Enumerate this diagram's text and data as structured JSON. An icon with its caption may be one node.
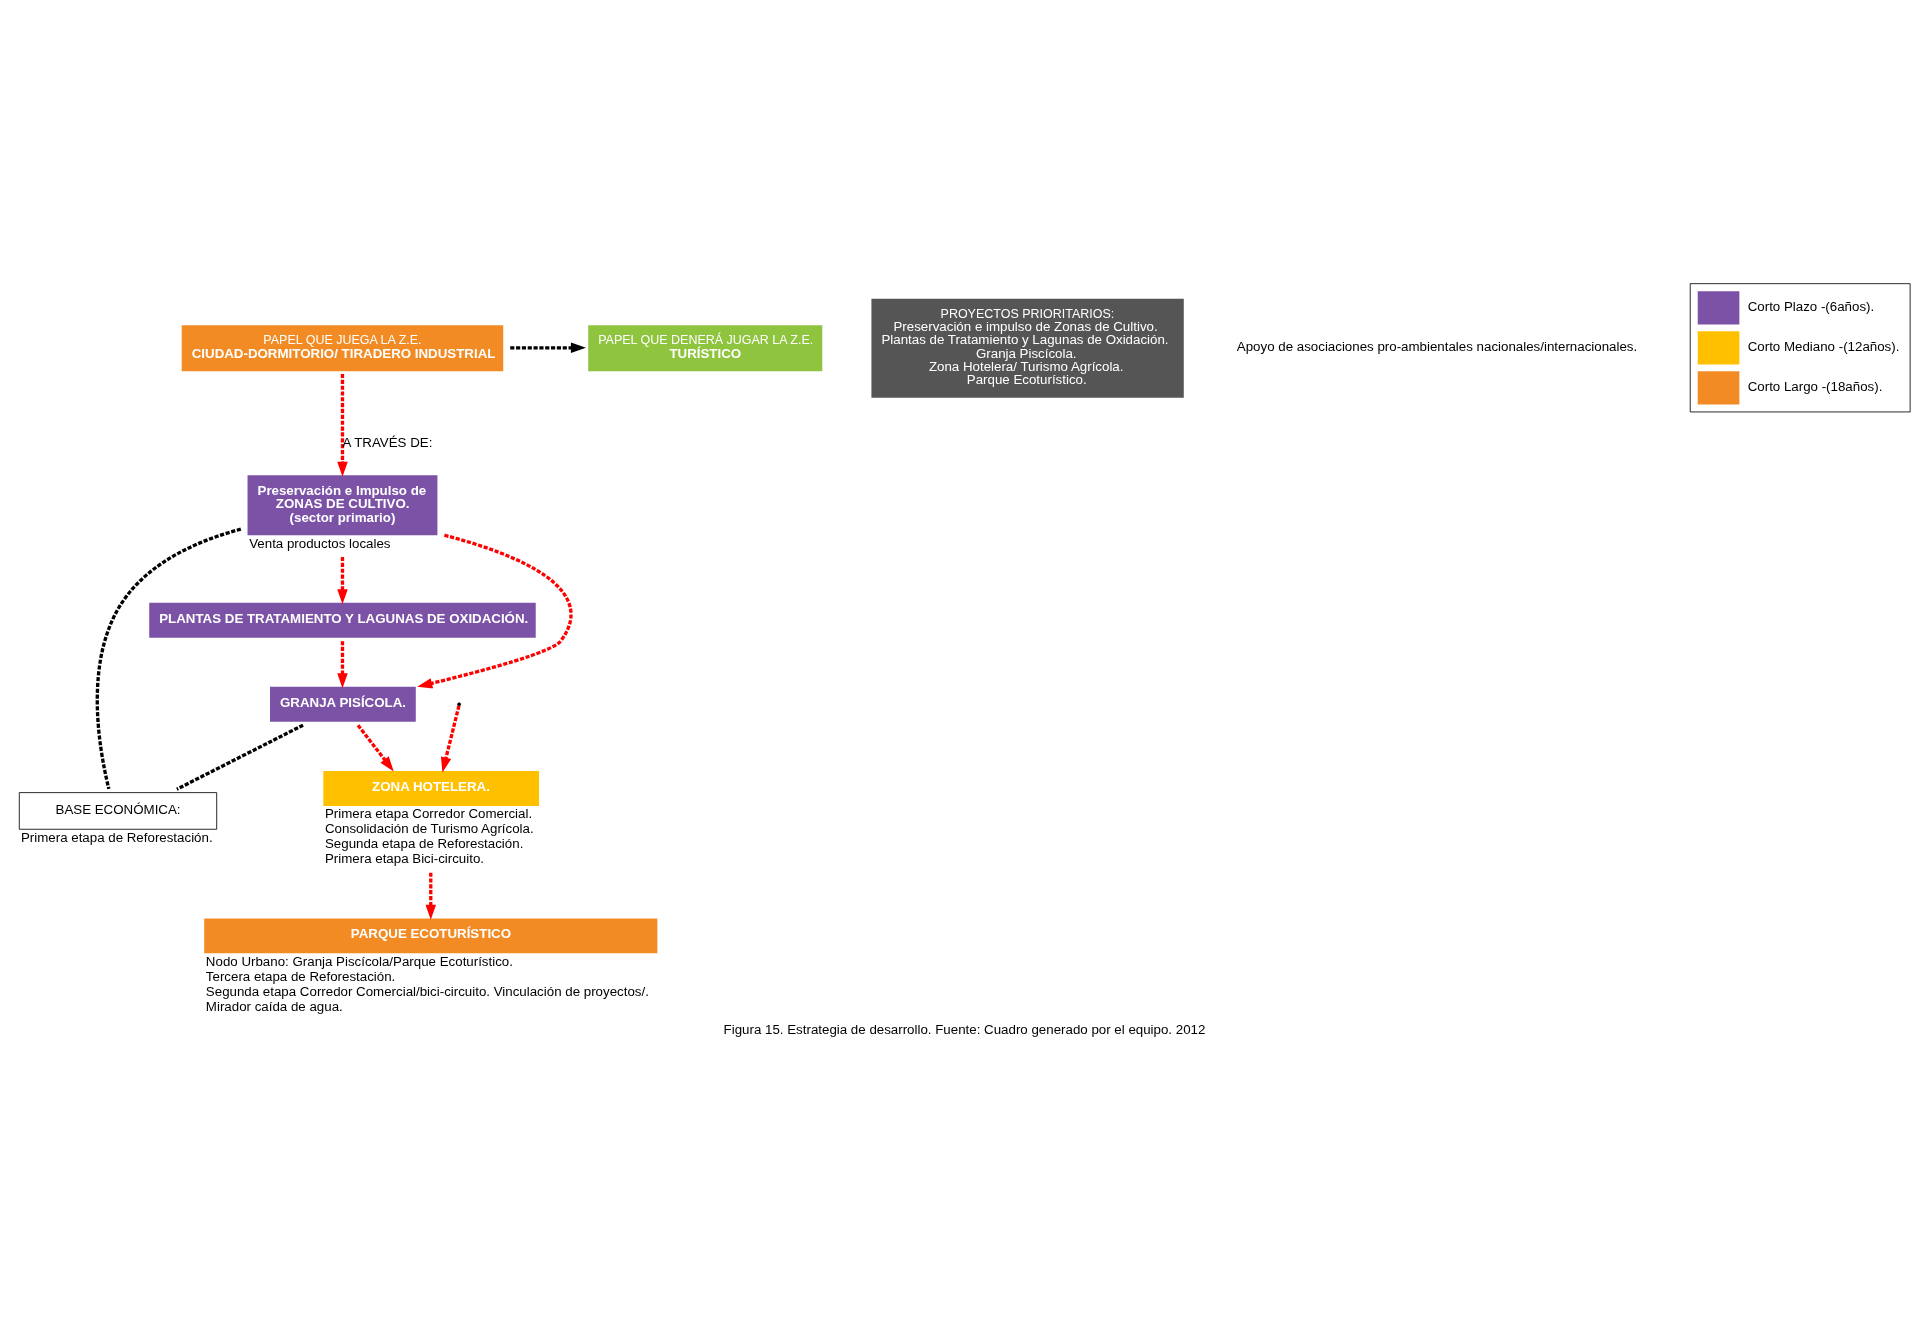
{
  "diagram": {
    "caption": "Figura 15. Estrategia de desarrollo. Fuente: Cuadro generado por el equipo. 2012",
    "nodes": [
      {
        "text": [
          "PAPEL QUE JUEGA LA Z.E.",
          "CIUDAD-DORMITORIO/ TIRADERO INDUSTRIAL"
        ]
      },
      {
        "text": [
          "PAPEL QUE DENERÁ JUGAR LA Z.E.",
          "TURÍSTICO"
        ]
      },
      {
        "text": [
          "Preservación e Impulso de",
          "ZONAS DE CULTIVO.",
          "(sector primario)"
        ],
        "beside": [
          "Venta productos locales"
        ]
      },
      {
        "text": [
          "GRANJA PISÍCOLA."
        ]
      },
      {
        "text": [
          "BASE ECONÓMICA:"
        ],
        "beside": [
          "Primera etapa de Reforestación."
        ]
      },
      {
        "text": [
          "PLANTAS DE TRATAMIENTO Y LAGUNAS DE OXIDACIÓN."
        ]
      },
      {
        "text": [
          "ZONA HOTELERA."
        ],
        "beside": [
          "Primera etapa Corredor Comercial.",
          "Consolidación de Turismo Agrícola.",
          "Segunda etapa de Reforestación.",
          "Primera etapa Bici-circuito."
        ]
      },
      {
        "text": [
          "PARQUE ECOTURÍSTICO"
        ],
        "beside": [
          "Nodo Urbano: Granja Piscícola/Parque Ecoturístico.",
          "Tercera etapa de Reforestación.",
          "Segunda etapa Corredor Comercial/bici-circuito. Vinculación de proyectos/.",
          "Mirador caída de agua."
        ]
      },
      {
        "text": [
          "PROYECTOS PRIORITARIOS:",
          "Preservación e impulso de Zonas de Cultivo.",
          "Plantas de Tratamiento y Lagunas de Oxidación.",
          "Granja Piscícola.",
          "Zona Hotelera/ Turismo Agrícola.",
          "Parque Ecoturístico."
        ]
      }
    ],
    "edges": [
      {
        "from": 0,
        "to": 1,
        "arrow": "to",
        "style": "dashed",
        "color": "#000000"
      },
      {
        "from": 0,
        "to": 2,
        "arrow": "to",
        "style": "dashed",
        "label": "A TRAVÉS DE:",
        "color": "#ff0000"
      },
      {
        "from": 2,
        "to": 5,
        "arrow": "to",
        "style": "dashed",
        "color": "#ff0000"
      },
      {
        "from": 2,
        "to": 3,
        "arrow": "to",
        "style": "dashed",
        "color": "#ff0000"
      },
      {
        "from": 2,
        "to": 4,
        "arrow": "none",
        "style": "dashed",
        "color": "#000000"
      },
      {
        "from": 3,
        "to": 4,
        "arrow": "none",
        "style": "dashed",
        "color": "#000000"
      },
      {
        "from": 5,
        "to": 3,
        "arrow": "to",
        "style": "dashed",
        "color": "#ff0000"
      },
      {
        "from": 3,
        "to": 6,
        "arrow": "to",
        "style": "dashed",
        "color": "#ff0000"
      },
      {
        "from": null,
        "to": 6,
        "arrow": "to",
        "style": "dashed",
        "color": "#ff0000"
      },
      {
        "from": 6,
        "to": 7,
        "arrow": "to",
        "style": "dashed",
        "color": "#ff0000"
      }
    ],
    "labels": [
      "Apoyo de asociaciones pro-ambientales nacionales/internacionales."
    ],
    "legend": [
      {
        "text": "Corto Plazo -(6años).",
        "color": "#7b52a6"
      },
      {
        "text": "Corto Mediano -(12años).",
        "color": "#ffc000"
      },
      {
        "text": "Corto Largo -(18años).",
        "color": "#f38b24"
      }
    ]
  }
}
